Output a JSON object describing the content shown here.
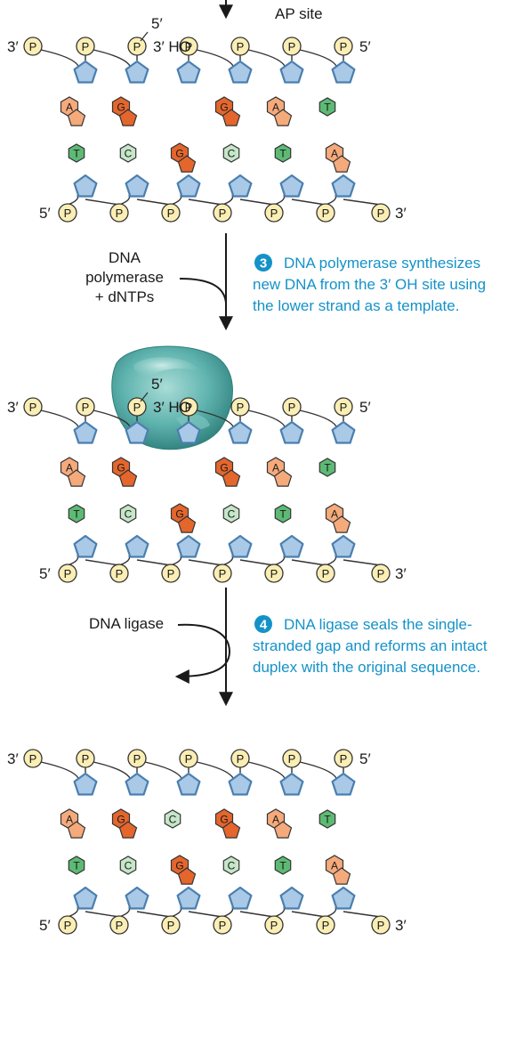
{
  "top_labels": {
    "ap_site": "AP site",
    "five_prime_nick": "5′",
    "three_prime_oh": "3′ HO"
  },
  "strand_ends": {
    "upper_left": "3′",
    "upper_right": "5′",
    "lower_left": "5′",
    "lower_right": "3′"
  },
  "phosphate_label": "P",
  "panels": [
    {
      "id": "ap_site_state",
      "upper_bases": [
        "A",
        "G",
        "",
        "G",
        "A",
        "T"
      ],
      "lower_bases": [
        "T",
        "C",
        "G",
        "C",
        "T",
        "A"
      ]
    },
    {
      "id": "polymerase_state",
      "upper_bases": [
        "A",
        "G",
        "",
        "G",
        "A",
        "T"
      ],
      "lower_bases": [
        "T",
        "C",
        "G",
        "C",
        "T",
        "A"
      ]
    },
    {
      "id": "ligated_state",
      "upper_bases": [
        "A",
        "G",
        "C",
        "G",
        "A",
        "T"
      ],
      "lower_bases": [
        "T",
        "C",
        "G",
        "C",
        "T",
        "A"
      ]
    }
  ],
  "steps": [
    {
      "number": "3",
      "enzyme_label_lines": [
        "DNA",
        "polymerase",
        "+ dNTPs"
      ],
      "description_lines": [
        "DNA polymerase synthesizes",
        "new DNA from the 3′ OH site using",
        "the lower strand as a template."
      ]
    },
    {
      "number": "4",
      "enzyme_label_lines": [
        "DNA ligase"
      ],
      "description_lines": [
        "DNA ligase seals the single-",
        "stranded gap and reforms an intact",
        "duplex with the original sequence."
      ]
    }
  ],
  "colors": {
    "phosphate_fill": "#fbeeb4",
    "sugar_fill": "#a9c9e6",
    "sugar_stroke": "#4a7fb0",
    "purine_fill": "#f5aa7c",
    "guanine_fill": "#e4662c",
    "pyrimidine_T_fill": "#5dba74",
    "pyrimidine_C_fill": "#c5e6c8",
    "caption_blue": "#1492c8",
    "enzyme_teal": "#3f9e9a"
  }
}
